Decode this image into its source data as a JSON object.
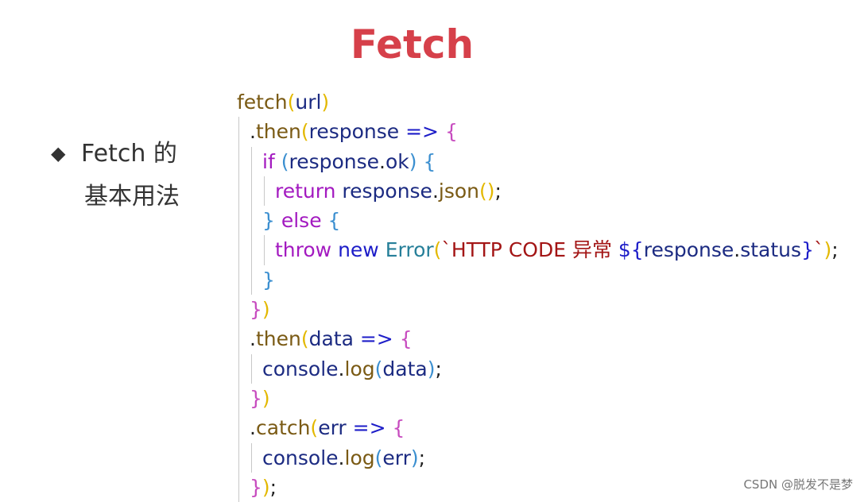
{
  "slide": {
    "title": "Fetch",
    "bullet_icon": "diamond-bullet-icon",
    "bullet_line1": "Fetch 的",
    "bullet_line2": "基本用法"
  },
  "colors": {
    "title": "#d6404a",
    "function": "#7a5a14",
    "variable": "#1c2b82",
    "keyword": "#a31ac0",
    "operator": "#1d1dc8",
    "paren_outer": "#e3b800",
    "paren_inner": "#c74bbf",
    "paren_deep": "#3b8fd0",
    "class_name": "#267f99",
    "string": "#a31515",
    "punct": "#222222"
  },
  "code": {
    "lines": [
      {
        "indent": 0,
        "tokens": [
          {
            "t": "fetch",
            "c": "function"
          },
          {
            "t": "(",
            "c": "paren_outer"
          },
          {
            "t": "url",
            "c": "variable"
          },
          {
            "t": ")",
            "c": "paren_outer"
          }
        ]
      },
      {
        "indent": 1,
        "tokens": [
          {
            "t": ".",
            "c": "punct"
          },
          {
            "t": "then",
            "c": "function"
          },
          {
            "t": "(",
            "c": "paren_outer"
          },
          {
            "t": "response ",
            "c": "variable"
          },
          {
            "t": "=> ",
            "c": "operator"
          },
          {
            "t": "{",
            "c": "paren_inner"
          }
        ]
      },
      {
        "indent": 2,
        "tokens": [
          {
            "t": "if ",
            "c": "keyword"
          },
          {
            "t": "(",
            "c": "paren_deep"
          },
          {
            "t": "response",
            "c": "variable"
          },
          {
            "t": ".",
            "c": "punct"
          },
          {
            "t": "ok",
            "c": "variable"
          },
          {
            "t": ") ",
            "c": "paren_deep"
          },
          {
            "t": "{",
            "c": "paren_deep"
          }
        ]
      },
      {
        "indent": 3,
        "tokens": [
          {
            "t": "return ",
            "c": "keyword"
          },
          {
            "t": "response",
            "c": "variable"
          },
          {
            "t": ".",
            "c": "punct"
          },
          {
            "t": "json",
            "c": "function"
          },
          {
            "t": "()",
            "c": "paren_outer"
          },
          {
            "t": ";",
            "c": "punct"
          }
        ]
      },
      {
        "indent": 2,
        "tokens": [
          {
            "t": "} ",
            "c": "paren_deep"
          },
          {
            "t": "else ",
            "c": "keyword"
          },
          {
            "t": "{",
            "c": "paren_deep"
          }
        ]
      },
      {
        "indent": 3,
        "tokens": [
          {
            "t": "throw ",
            "c": "keyword"
          },
          {
            "t": "new ",
            "c": "operator"
          },
          {
            "t": "Error",
            "c": "class_name"
          },
          {
            "t": "(",
            "c": "paren_outer"
          },
          {
            "t": "`HTTP CODE 异常 ",
            "c": "string"
          },
          {
            "t": "${",
            "c": "operator"
          },
          {
            "t": "response",
            "c": "variable"
          },
          {
            "t": ".",
            "c": "punct"
          },
          {
            "t": "status",
            "c": "variable"
          },
          {
            "t": "}",
            "c": "operator"
          },
          {
            "t": "`",
            "c": "string"
          },
          {
            "t": ")",
            "c": "paren_outer"
          },
          {
            "t": ";",
            "c": "punct"
          }
        ]
      },
      {
        "indent": 2,
        "tokens": [
          {
            "t": "}",
            "c": "paren_deep"
          }
        ]
      },
      {
        "indent": 1,
        "tokens": [
          {
            "t": "}",
            "c": "paren_inner"
          },
          {
            "t": ")",
            "c": "paren_outer"
          }
        ]
      },
      {
        "indent": 1,
        "tokens": [
          {
            "t": ".",
            "c": "punct"
          },
          {
            "t": "then",
            "c": "function"
          },
          {
            "t": "(",
            "c": "paren_outer"
          },
          {
            "t": "data ",
            "c": "variable"
          },
          {
            "t": "=> ",
            "c": "operator"
          },
          {
            "t": "{",
            "c": "paren_inner"
          }
        ]
      },
      {
        "indent": 2,
        "tokens": [
          {
            "t": "console",
            "c": "variable"
          },
          {
            "t": ".",
            "c": "punct"
          },
          {
            "t": "log",
            "c": "function"
          },
          {
            "t": "(",
            "c": "paren_deep"
          },
          {
            "t": "data",
            "c": "variable"
          },
          {
            "t": ")",
            "c": "paren_deep"
          },
          {
            "t": ";",
            "c": "punct"
          }
        ]
      },
      {
        "indent": 1,
        "tokens": [
          {
            "t": "}",
            "c": "paren_inner"
          },
          {
            "t": ")",
            "c": "paren_outer"
          }
        ]
      },
      {
        "indent": 1,
        "tokens": [
          {
            "t": ".",
            "c": "punct"
          },
          {
            "t": "catch",
            "c": "function"
          },
          {
            "t": "(",
            "c": "paren_outer"
          },
          {
            "t": "err ",
            "c": "variable"
          },
          {
            "t": "=> ",
            "c": "operator"
          },
          {
            "t": "{",
            "c": "paren_inner"
          }
        ]
      },
      {
        "indent": 2,
        "tokens": [
          {
            "t": "console",
            "c": "variable"
          },
          {
            "t": ".",
            "c": "punct"
          },
          {
            "t": "log",
            "c": "function"
          },
          {
            "t": "(",
            "c": "paren_deep"
          },
          {
            "t": "err",
            "c": "variable"
          },
          {
            "t": ")",
            "c": "paren_deep"
          },
          {
            "t": ";",
            "c": "punct"
          }
        ]
      },
      {
        "indent": 1,
        "tokens": [
          {
            "t": "}",
            "c": "paren_inner"
          },
          {
            "t": ")",
            "c": "paren_outer"
          },
          {
            "t": ";",
            "c": "punct"
          }
        ]
      }
    ]
  },
  "watermark": "CSDN @脱发不是梦"
}
